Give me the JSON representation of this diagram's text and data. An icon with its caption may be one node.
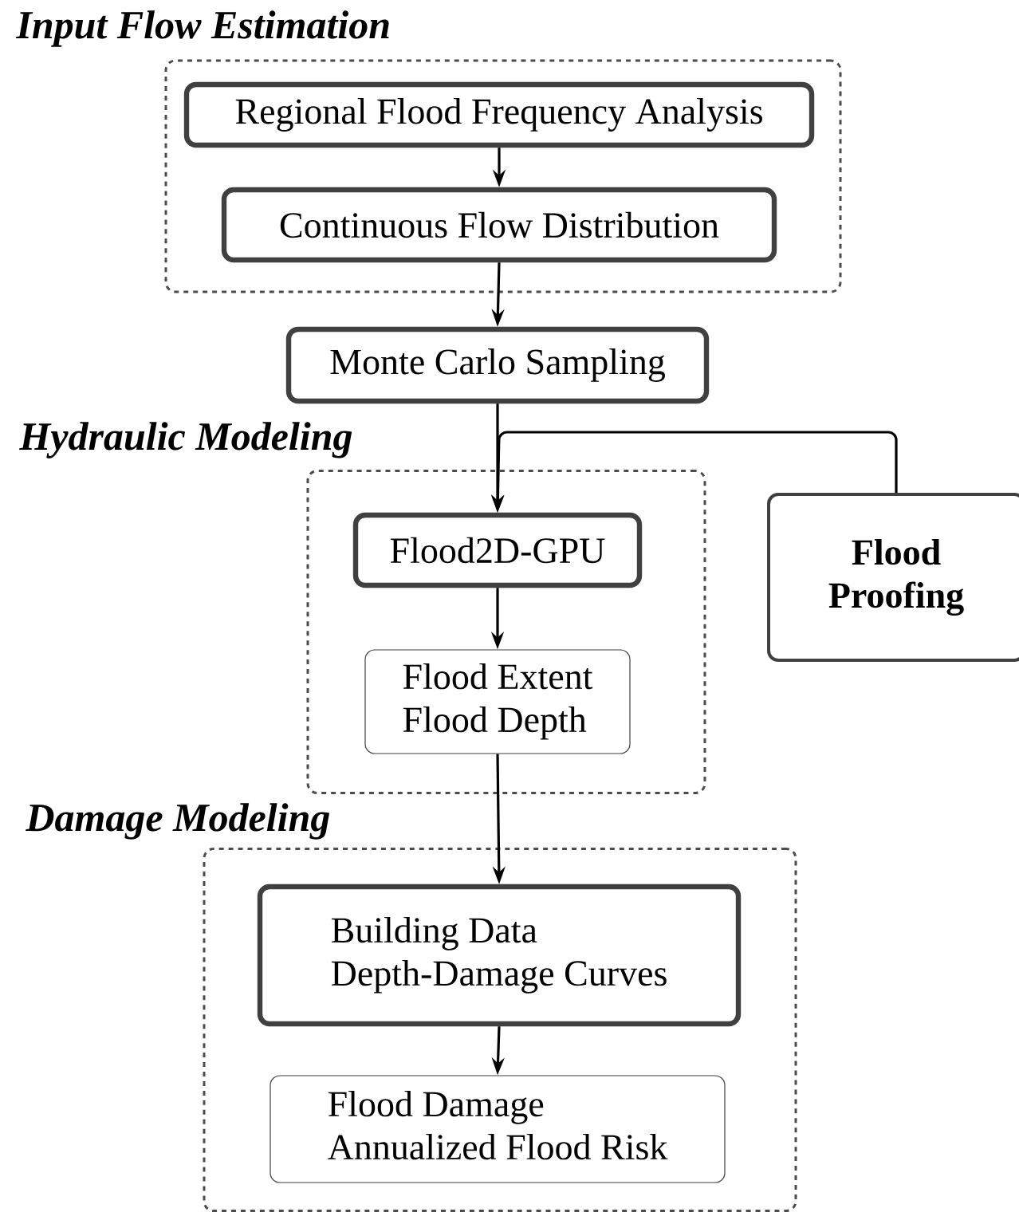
{
  "diagram": {
    "nodes": [
      {
        "text": [
          "Input Flow Estimation"
        ]
      },
      {
        "text": [
          "Regional Flood Frequency Analysis"
        ],
        "in": 0
      },
      {
        "text": [
          "Continuous Flow Distribution"
        ],
        "in": 0
      },
      {
        "text": [
          "Monte Carlo Sampling"
        ]
      },
      {
        "text": [
          "Hydraulic Modeling"
        ]
      },
      {
        "text": [
          "Flood2D-GPU"
        ],
        "in": 4
      },
      {
        "text": [
          "Flood Extent",
          "Flood Depth"
        ],
        "in": 4
      },
      {
        "text": [
          "Damage Modeling"
        ]
      },
      {
        "text": [
          "Building Data",
          "Depth-Damage Curves"
        ],
        "in": 7
      },
      {
        "text": [
          "Flood Damage",
          "Annualized Flood Risk"
        ],
        "in": 7
      },
      {
        "text": [
          "Flood Proofing"
        ]
      }
    ],
    "edges": [
      {
        "from": 1,
        "to": 2,
        "arrow": "to"
      },
      {
        "from": 2,
        "to": 3,
        "arrow": "to"
      },
      {
        "from": 3,
        "to": 5,
        "arrow": "to"
      },
      {
        "from": 5,
        "to": 6,
        "arrow": "to"
      },
      {
        "from": 10,
        "to": 5,
        "arrow": "to"
      },
      {
        "from": 6,
        "to": 8,
        "arrow": "to"
      },
      {
        "from": 8,
        "to": 9,
        "arrow": "to"
      }
    ]
  }
}
